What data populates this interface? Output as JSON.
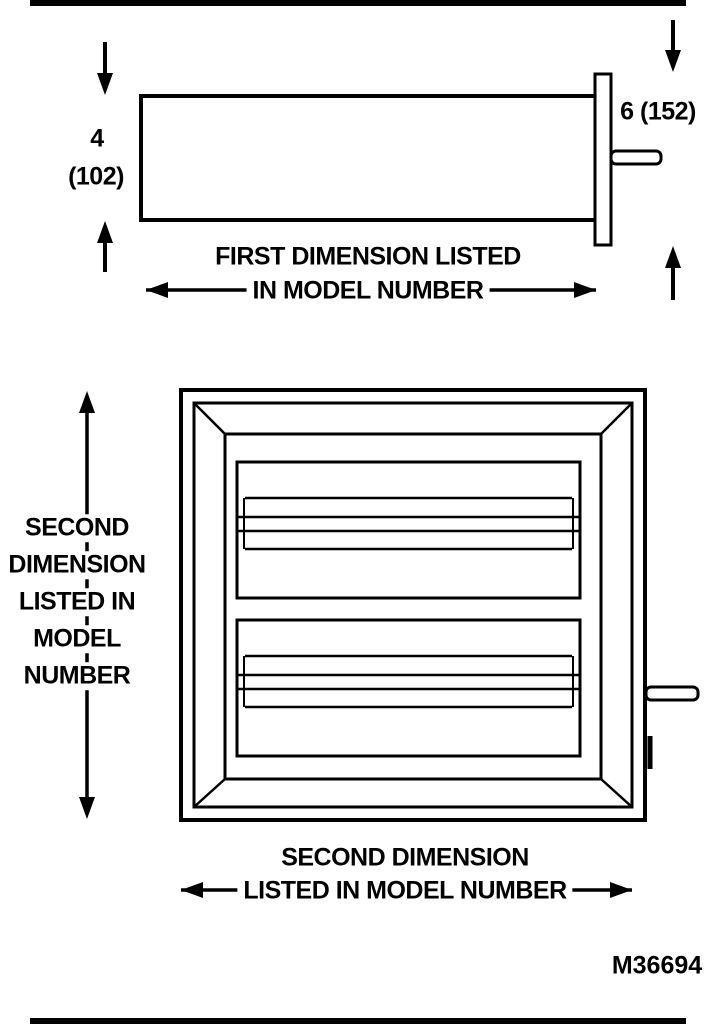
{
  "figure": {
    "code": "M36694",
    "side_view": {
      "depth_in": "4",
      "depth_mm": "(102)",
      "flange_dim": "6 (152)",
      "width_label_1": "FIRST DIMENSION LISTED",
      "width_label_2": "IN MODEL NUMBER"
    },
    "front_view": {
      "height_label_lines": [
        "SECOND",
        "DIMENSION",
        "LISTED IN",
        "MODEL",
        "NUMBER"
      ],
      "width_label_1": "SECOND DIMENSION",
      "width_label_2": "LISTED IN MODEL NUMBER"
    },
    "colors": {
      "line": "#000000",
      "background": "#ffffff"
    }
  }
}
